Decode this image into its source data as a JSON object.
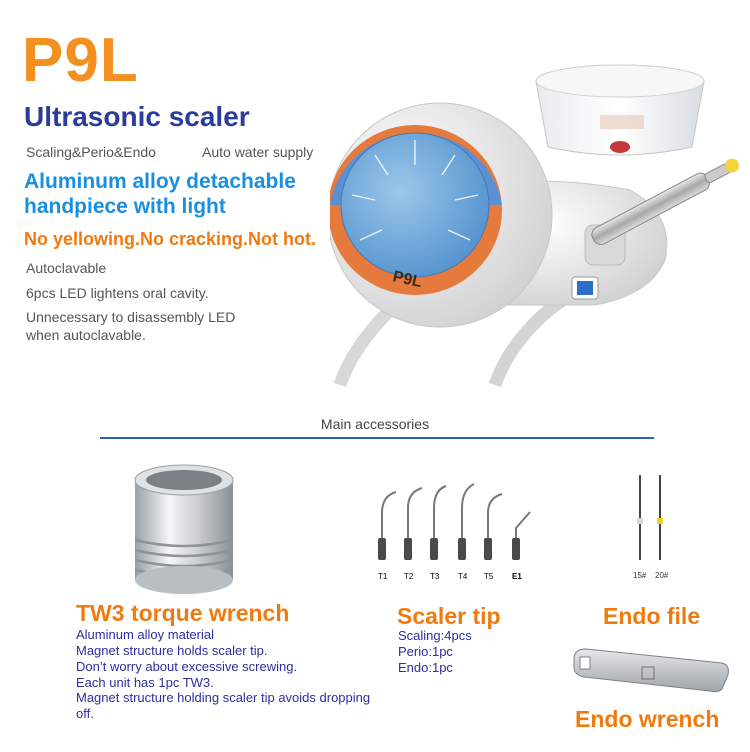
{
  "header": {
    "model": "P9L",
    "product_name": "Ultrasonic scaler",
    "modes": "Scaling&Perio&Endo",
    "water_supply": "Auto water supply",
    "headline_blue_line1": "Aluminum alloy detachable",
    "headline_blue_line2": "handpiece with light",
    "headline_orange": "No yellowing.No cracking.Not hot."
  },
  "features": [
    "Autoclavable",
    "6pcs LED lightens oral cavity.",
    "Unnecessary to disassembly LED when autoclavable."
  ],
  "device_label": "P9L",
  "section_title": "Main accessories",
  "torque_wrench": {
    "title": "TW3 torque wrench",
    "lines": [
      "Aluminum alloy material",
      "Magnet structure holds scaler tip.",
      "Don’t worry about excessive screwing.",
      "Each unit has 1pc TW3.",
      "Magnet structure holding scaler tip avoids dropping off."
    ]
  },
  "scaler_tip": {
    "title": "Scaler tip",
    "labels": [
      "T1",
      "T2",
      "T3",
      "T4",
      "T5",
      "E1"
    ],
    "lines": [
      "Scaling:4pcs",
      "Perio:1pc",
      "Endo:1pc"
    ]
  },
  "endo_file": {
    "title": "Endo file",
    "labels": [
      "15#",
      "20#"
    ]
  },
  "endo_wrench": {
    "title": "Endo wrench"
  },
  "colors": {
    "orange": "#f39020",
    "navy": "#2a3d9c",
    "blue": "#1a8fe0",
    "divider": "#2a5fbf"
  }
}
